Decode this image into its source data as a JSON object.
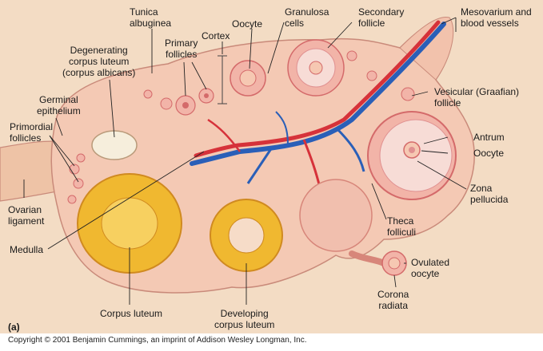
{
  "figure_label": "(a)",
  "copyright": "Copyright © 2001 Benjamin Cummings, an imprint of Addison Wesley Longman, Inc.",
  "labels": {
    "tunica_albuginea": "Tunica\nalbuginea",
    "oocyte_top": "Oocyte",
    "granulosa_cells": "Granulosa\ncells",
    "secondary_follicle": "Secondary\nfollicle",
    "mesovarium": "Mesovarium and\nblood vessels",
    "degenerating_corpus_luteum": "Degenerating\ncorpus luteum\n(corpus albicans)",
    "primary_follicles": "Primary\nfollicles",
    "cortex": "Cortex",
    "germinal_epithelium": "Germinal\nepithelium",
    "vesicular_follicle": "Vesicular (Graafian)\nfollicle",
    "primordial_follicles": "Primordial\nfollicles",
    "antrum": "Antrum",
    "oocyte_right": "Oocyte",
    "zona_pellucida": "Zona\npellucida",
    "ovarian_ligament": "Ovarian\nligament",
    "theca_folliculi": "Theca\nfolliculi",
    "medulla": "Medulla",
    "ovulated_oocyte": "Ovulated\noocyte",
    "corona_radiata": "Corona\nradiata",
    "corpus_luteum": "Corpus luteum",
    "developing_corpus_luteum": "Developing\ncorpus luteum"
  },
  "colors": {
    "background": "#f3dcc4",
    "ovary_tissue": "#f4c9b4",
    "ovary_outline": "#c98a7a",
    "follicle_ring": "#e07a7a",
    "corpus_luteum": "#f0b830",
    "vein_blue": "#2a5fb8",
    "artery_red": "#d6323a",
    "ligament": "#eec3a6"
  }
}
